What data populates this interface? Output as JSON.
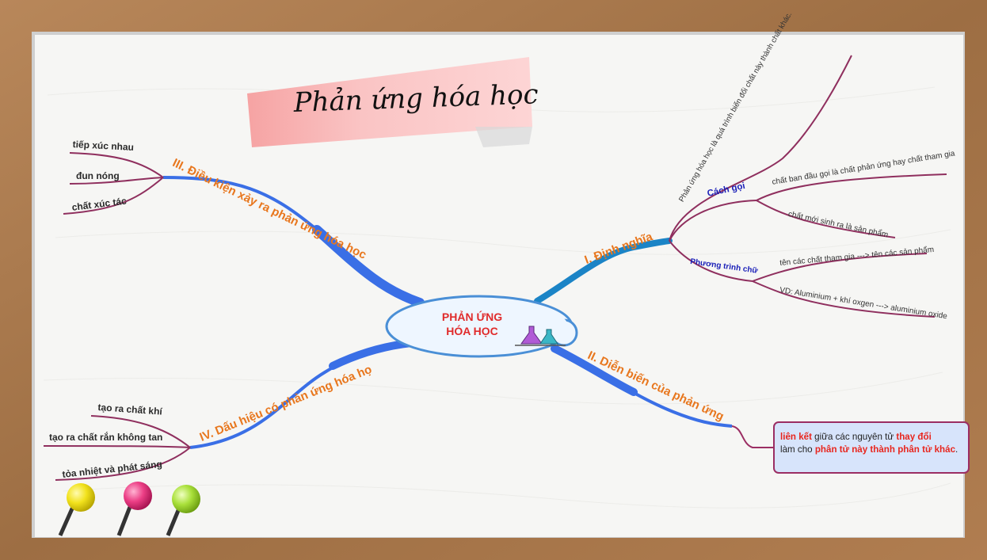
{
  "title": "Phản ứng hóa học",
  "center": {
    "line1": "PHẢN ỨNG",
    "line2": "HÓA HỌC"
  },
  "colors": {
    "branch_text": "#e8771e",
    "sub_text": "#1a1fb8",
    "highlight": "#e8261e",
    "branch_blue": "#3a6fe6",
    "frame_wood": "#a8784a"
  },
  "branches": {
    "definition": {
      "label": "I. Định nghĩa",
      "statement": "Phản ứng hóa học là quá trình biến đổi chất này thành chất khác.",
      "naming": {
        "label": "Cách gọi",
        "items": [
          "chất ban đầu gọi là chất phản ứng hay chất tham gia",
          "chất mới sinh ra là sản phẩm"
        ]
      },
      "word_equation": {
        "label": "Phương trình chữ",
        "items": [
          "tên các chất tham gia ---> tên các sản phẩm",
          "VD: Aluminium + khí oxgen ---> aluminium oxide"
        ]
      }
    },
    "progress": {
      "label": "II. Diễn biến của phản ứng",
      "note": {
        "p1": "liên kết",
        "p2": " giữa các nguyên tử ",
        "p3": "thay đổi",
        "p4": "làm cho ",
        "p5": "phân tử này thành phân tử khác",
        "p6": "."
      }
    },
    "conditions": {
      "label": "III. Điều kiện xảy ra phản ứng hóa học",
      "items": [
        "tiếp xúc nhau",
        "đun nóng",
        "chất xúc tác"
      ]
    },
    "signs": {
      "label": "IV. Dấu hiệu có phản ứng hóa họ",
      "items": [
        "tạo ra chất khí",
        "tạo ra chất rắn không tan",
        "tỏa nhiệt và phát sáng"
      ]
    }
  },
  "pins": [
    "yellow-pin",
    "pink-pin",
    "green-pin"
  ]
}
